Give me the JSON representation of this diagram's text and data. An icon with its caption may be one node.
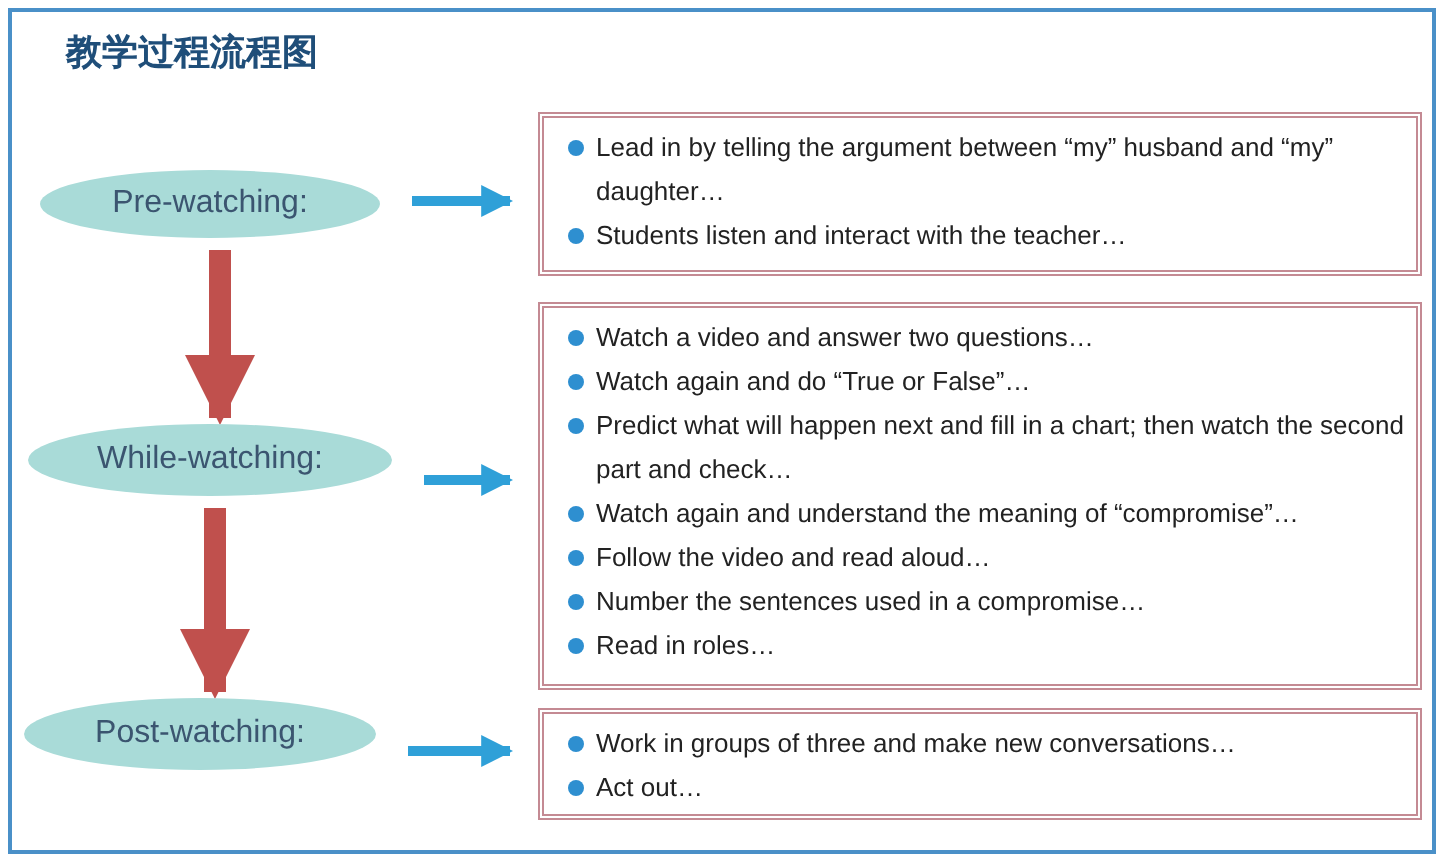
{
  "diagram": {
    "title": "教学过程流程图",
    "nodes": [
      {
        "text": [
          "Pre-watching:"
        ]
      },
      {
        "text": [
          "Lead in by telling the argument between “my” husband and “my” daughter…",
          "Students listen and interact with the teacher…"
        ]
      },
      {
        "text": [
          "While-watching:"
        ]
      },
      {
        "text": [
          "Watch a video and answer two questions…",
          "Watch again and do “True or False”…",
          "Predict what will happen next and fill in a chart; then watch the second part and check…",
          "Watch again and understand the meaning of “compromise”…",
          "Follow the video and read aloud…",
          "Number the sentences used in a compromise…",
          "Read in roles…"
        ]
      },
      {
        "text": [
          "Post-watching:"
        ]
      },
      {
        "text": [
          "Work in groups of three and make new conversations…",
          "Act out…"
        ]
      }
    ],
    "edges": [
      {
        "from": 0,
        "to": 1,
        "arrow": "to"
      },
      {
        "from": 0,
        "to": 2,
        "arrow": "to",
        "style": "thick",
        "color": "#c0504d"
      },
      {
        "from": 2,
        "to": 3,
        "arrow": "to"
      },
      {
        "from": 2,
        "to": 4,
        "arrow": "to",
        "style": "thick",
        "color": "#c0504d"
      },
      {
        "from": 4,
        "to": 5,
        "arrow": "to"
      }
    ]
  }
}
